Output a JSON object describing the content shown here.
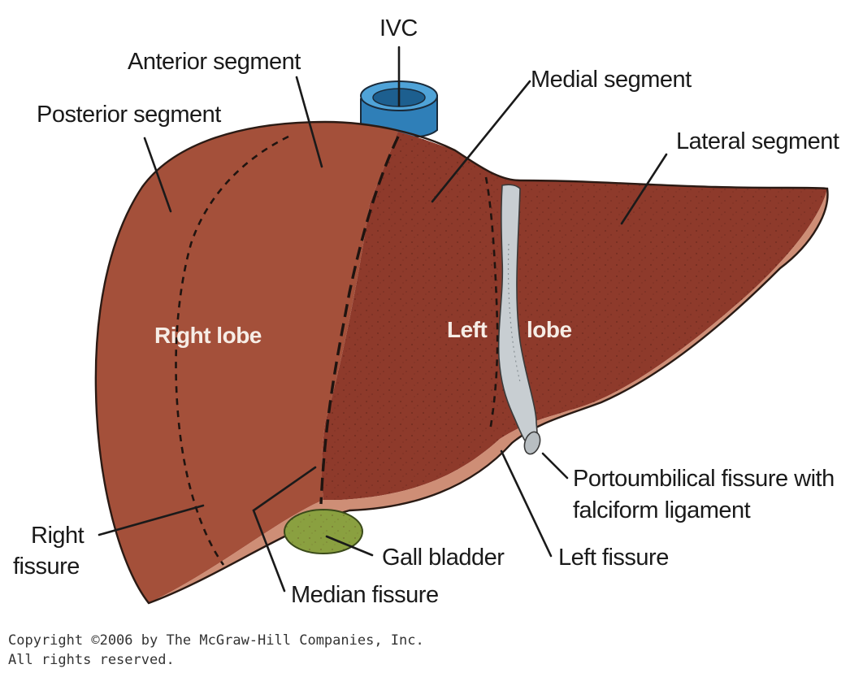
{
  "labels": {
    "ivc": "IVC",
    "anterior_segment": "Anterior segment",
    "medial_segment": "Medial segment",
    "posterior_segment": "Posterior segment",
    "lateral_segment": "Lateral segment",
    "right_lobe": "Right lobe",
    "left_lobe_part1": "Left",
    "left_lobe_part2": "lobe",
    "portoumbilical_line1": "Portoumbilical fissure with",
    "portoumbilical_line2": "falciform ligament",
    "right_fissure_line1": "Right",
    "right_fissure_line2": "fissure",
    "gall_bladder": "Gall bladder",
    "left_fissure": "Left fissure",
    "median_fissure": "Median fissure"
  },
  "copyright": {
    "line1": "Copyright ©2006 by The McGraw-Hill Companies, Inc.",
    "line2": "All rights reserved."
  },
  "colors": {
    "right_lobe": "#a4503a",
    "left_lobe": "#8e3a2b",
    "outline": "#2a1a14",
    "ivc": "#2f7fb8",
    "gall_bladder": "#8aa040",
    "ligament": "#c8ced2"
  }
}
